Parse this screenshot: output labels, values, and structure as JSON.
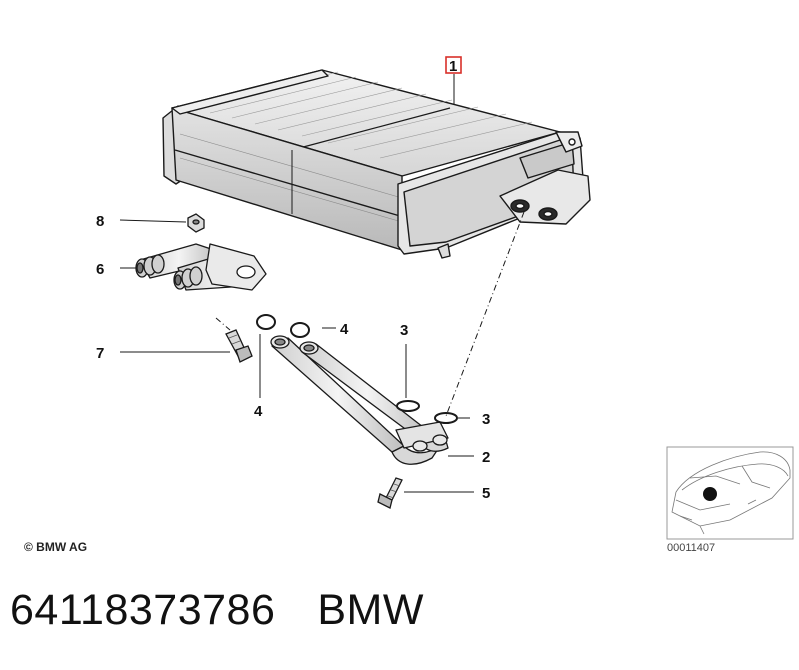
{
  "callouts": {
    "c1": "1",
    "c2": "2",
    "c3a": "3",
    "c3b": "3",
    "c4a": "4",
    "c4b": "4",
    "c5": "5",
    "c6": "6",
    "c7": "7",
    "c8": "8"
  },
  "copyright": "© BMW AG",
  "thumbnail": {
    "code": "00011407"
  },
  "footer": {
    "part_number": "64118373786",
    "brand": "BMW"
  },
  "colors": {
    "highlight_box": "#d9302a",
    "line": "#1a1a1a"
  }
}
